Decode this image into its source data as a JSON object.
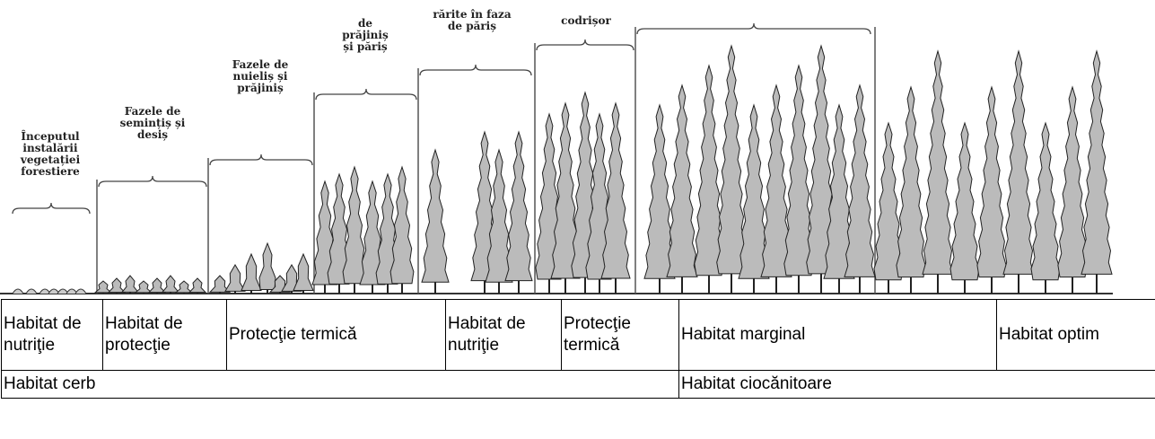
{
  "stages": [
    {
      "id": "s1",
      "label": "Începutul\ninstalării\nvegetației\nforestiere"
    },
    {
      "id": "s2",
      "label": "Fazele de\nsemințiș și\ndesiș"
    },
    {
      "id": "s3",
      "label": "Fazele de\nnuieliș și\nprăjiniș"
    },
    {
      "id": "s4",
      "label": "de\nprăjiniș\nși păriș"
    },
    {
      "id": "s5",
      "label": "rărite în faza\nde păriș"
    },
    {
      "id": "s6",
      "label": "codrișor"
    }
  ],
  "table": {
    "row1": [
      "Habitat de nutriţie",
      "Habitat de protecţie",
      "Protecţie termică",
      "Habitat de nutriţie",
      "Protecţie termică",
      "Habitat marginal",
      "Habitat optim"
    ],
    "row2": [
      "Habitat cerb",
      "Habitat ciocănitoare"
    ]
  }
}
